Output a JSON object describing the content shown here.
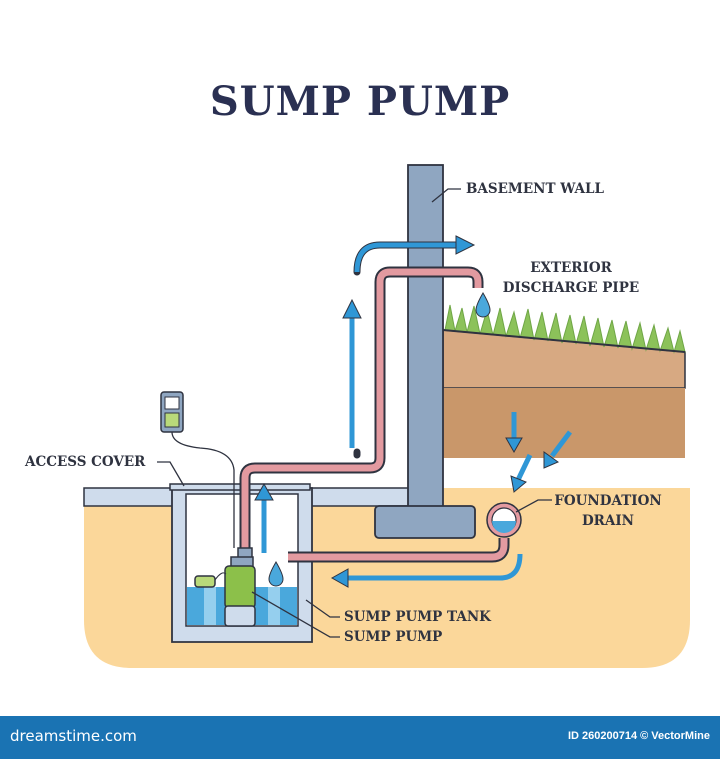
{
  "title": "SUMP PUMP",
  "labels": {
    "basement_wall": "BASEMENT WALL",
    "exterior_discharge_pipe_line1": "EXTERIOR",
    "exterior_discharge_pipe_line2": "DISCHARGE PIPE",
    "access_cover": "ACCESS COVER",
    "foundation_drain_line1": "FOUNDATION",
    "foundation_drain_line2": "DRAIN",
    "sump_pump_tank": "SUMP PUMP TANK",
    "sump_pump": "SUMP PUMP"
  },
  "footer": {
    "brand": "dreamstime.com",
    "credit": "ID 260200714 © VectorMine"
  },
  "colors": {
    "title": "#2a3052",
    "wall": "#8fa6c1",
    "pipe": "#e39aa0",
    "water_arrow": "#2f97d6",
    "soil_light": "#fbd79a",
    "soil_mid": "#c9976a",
    "soil_top": "#d7a982",
    "grass": "#8cc25a",
    "tank_wall": "#cfdcec",
    "water": "#4aa8dc",
    "pump": "#8cc04a",
    "footer_bg": "#1a73b3"
  }
}
